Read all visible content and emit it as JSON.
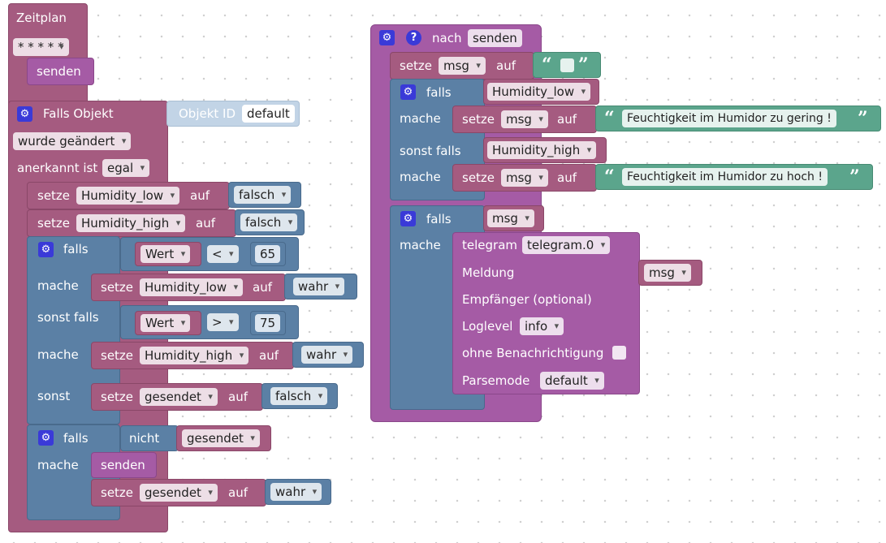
{
  "left": {
    "schedule": {
      "title": "Zeitplan",
      "cron": "* * * * *",
      "send_label": "senden"
    },
    "on_change": {
      "title": "Falls Objekt",
      "object_id_label": "Objekt ID",
      "object_id_value": "default",
      "changed_dd": "wurde geändert",
      "ack_label": "anerkannt ist",
      "ack_dd": "egal"
    },
    "set1": {
      "set": "setze",
      "var": "Humidity_low",
      "to": "auf",
      "val": "falsch"
    },
    "set2": {
      "set": "setze",
      "var": "Humidity_high",
      "to": "auf",
      "val": "falsch"
    },
    "if1": {
      "falls": "falls",
      "cmp1": {
        "var": "Wert",
        "op": "<",
        "num": "65"
      },
      "do1": "mache",
      "set_do1": {
        "set": "setze",
        "var": "Humidity_low",
        "to": "auf",
        "val": "wahr"
      },
      "elseif": "sonst falls",
      "cmp2": {
        "var": "Wert",
        "op": ">",
        "num": "75"
      },
      "do2": "mache",
      "set_do2": {
        "set": "setze",
        "var": "Humidity_high",
        "to": "auf",
        "val": "wahr"
      },
      "else": "sonst",
      "set_else": {
        "set": "setze",
        "var": "gesendet",
        "to": "auf",
        "val": "falsch"
      }
    },
    "if2": {
      "falls": "falls",
      "not": "nicht",
      "var": "gesendet",
      "do": "mache",
      "send": "senden",
      "set": {
        "set": "setze",
        "var": "gesendet",
        "to": "auf",
        "val": "wahr"
      }
    }
  },
  "right": {
    "func": {
      "after": "nach",
      "name": "senden"
    },
    "set_msg": {
      "set": "setze",
      "var": "msg",
      "to": "auf"
    },
    "if3": {
      "falls": "falls",
      "cond1": "Humidity_low",
      "do1": "mache",
      "set_do1": {
        "set": "setze",
        "var": "msg",
        "to": "auf",
        "text": "Feuchtigkeit im Humidor zu gering !"
      },
      "elseif": "sonst falls",
      "cond2": "Humidity_high",
      "do2": "mache",
      "set_do2": {
        "set": "setze",
        "var": "msg",
        "to": "auf",
        "text": "Feuchtigkeit im Humidor zu hoch !"
      }
    },
    "if4": {
      "falls": "falls",
      "cond": "msg",
      "do": "mache",
      "telegram": {
        "label": "telegram",
        "instance": "telegram.0",
        "message_label": "Meldung",
        "message_var": "msg",
        "recipient_label": "Empfänger (optional)",
        "loglevel_label": "Loglevel",
        "loglevel_val": "info",
        "silent_label": "ohne Benachrichtigung",
        "parsemode_label": "Parsemode",
        "parsemode_val": "default"
      }
    }
  }
}
